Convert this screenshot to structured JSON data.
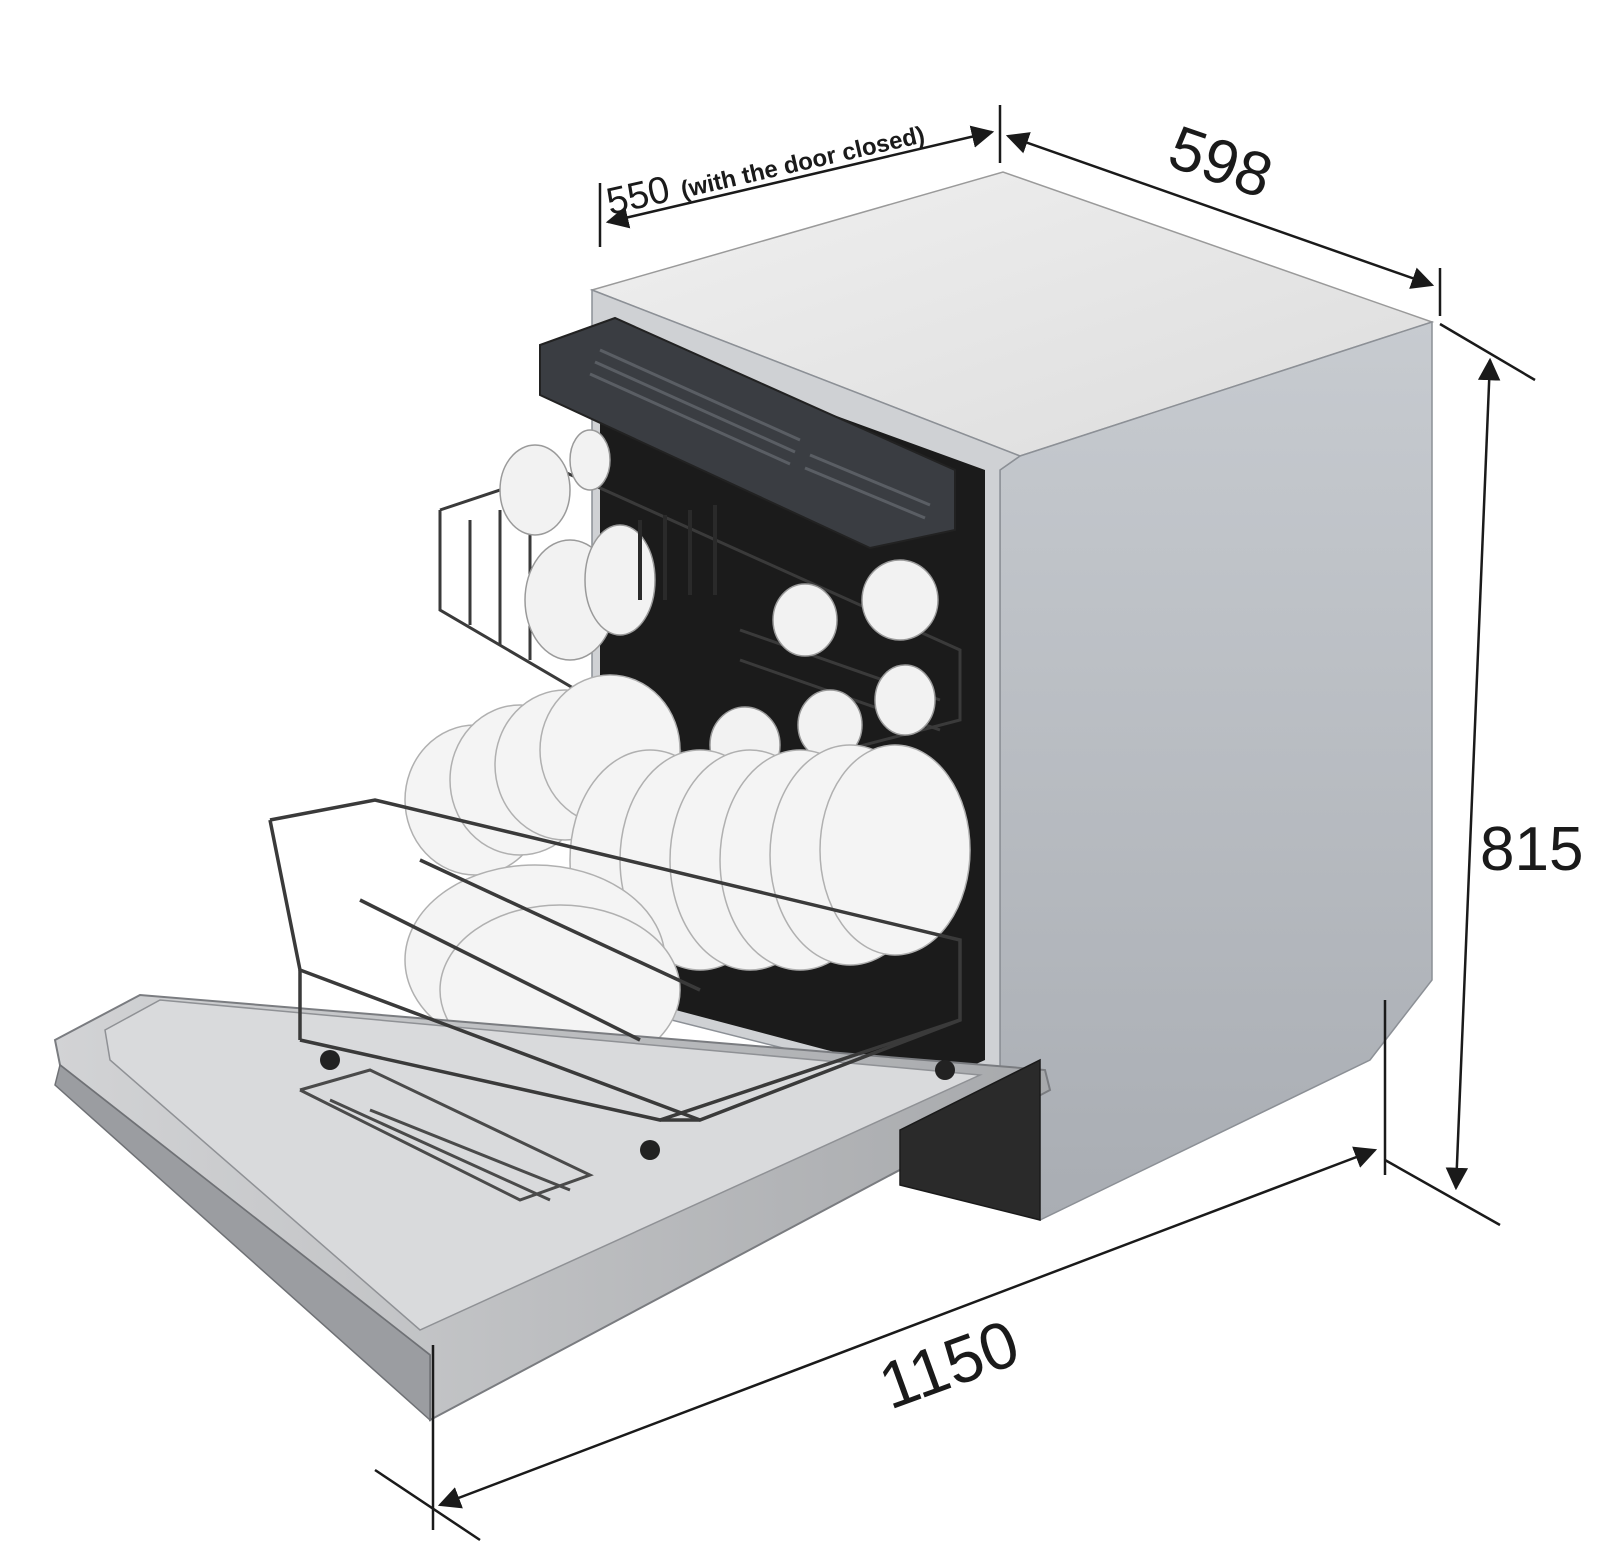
{
  "dimensions": {
    "depth_closed": {
      "value": "550",
      "note": "(with the door closed)"
    },
    "width": {
      "value": "598"
    },
    "height": {
      "value": "815"
    },
    "depth_open": {
      "value": "1150"
    }
  },
  "colors": {
    "cabinet_top": "#e6e6e6",
    "cabinet_side": "#b3b7bd",
    "interior": "#1b1b1b",
    "door": "#c4c6c9",
    "door_inner": "#d9dadc",
    "rack_wire": "#3a3a3a",
    "dish": "#f2f2f2",
    "dim_line": "#1a1a1a"
  },
  "icons": {
    "arrowhead": "arrow-head-icon"
  }
}
